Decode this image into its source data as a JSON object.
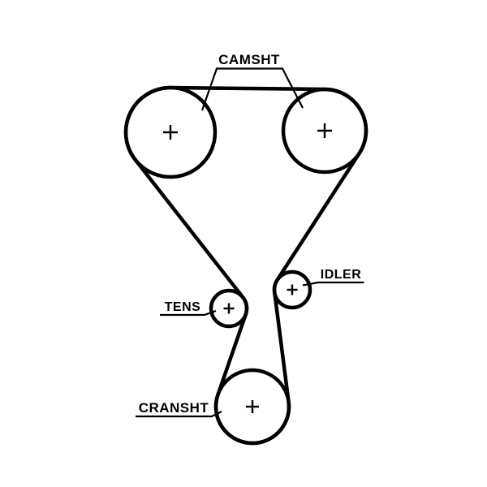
{
  "colors": {
    "background": "#ffffff",
    "line": "#000000",
    "text": "#000000"
  },
  "diagram": {
    "type": "timing-belt-routing",
    "labels": {
      "camshaft": "CAMSHT",
      "idler": "IDLER",
      "tensioner": "TENS",
      "crankshaft": "CRANSHT"
    },
    "pulleys": [
      {
        "name": "camshaft-left-sprocket",
        "label": "CAMSHT",
        "center_marker": "+"
      },
      {
        "name": "camshaft-right-sprocket",
        "label": "CAMSHT",
        "center_marker": "+"
      },
      {
        "name": "idler-pulley",
        "label": "IDLER",
        "center_marker": "+"
      },
      {
        "name": "tensioner-pulley",
        "label": "TENS",
        "center_marker": "+"
      },
      {
        "name": "crankshaft-sprocket",
        "label": "CRANSHT",
        "center_marker": "+"
      }
    ]
  }
}
